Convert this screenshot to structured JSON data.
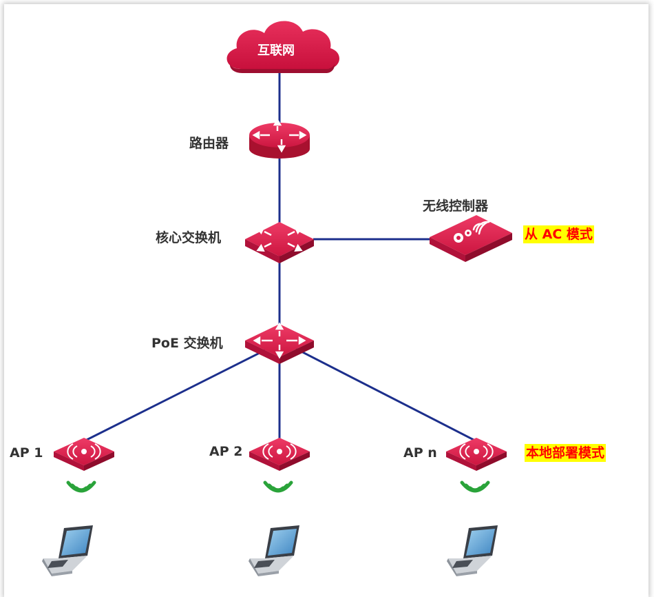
{
  "colors": {
    "link": "#1c2f8c",
    "device": "#d81b4a",
    "device_dark": "#9e0f30",
    "wifi": "#2aa33a",
    "highlight_bg": "#ffff00",
    "highlight_text": "#ff0000"
  },
  "nodes": {
    "internet": {
      "label": "互联网",
      "icon": "cloud-icon"
    },
    "router": {
      "label": "路由器",
      "icon": "router-icon"
    },
    "core_switch": {
      "label": "核心交换机",
      "icon": "switch-icon"
    },
    "controller": {
      "label": "无线控制器",
      "icon": "wireless-controller-icon",
      "mode": "从 AC 模式"
    },
    "poe_switch": {
      "label": "PoE 交换机",
      "icon": "switch-icon"
    },
    "aps": [
      {
        "label": "AP 1",
        "icon": "access-point-icon"
      },
      {
        "label": "AP 2",
        "icon": "access-point-icon"
      },
      {
        "label": "AP n",
        "icon": "access-point-icon"
      }
    ],
    "ap_mode": "本地部署模式"
  },
  "icons": {
    "wifi": "wifi-signal-icon",
    "laptop": "laptop-icon"
  }
}
